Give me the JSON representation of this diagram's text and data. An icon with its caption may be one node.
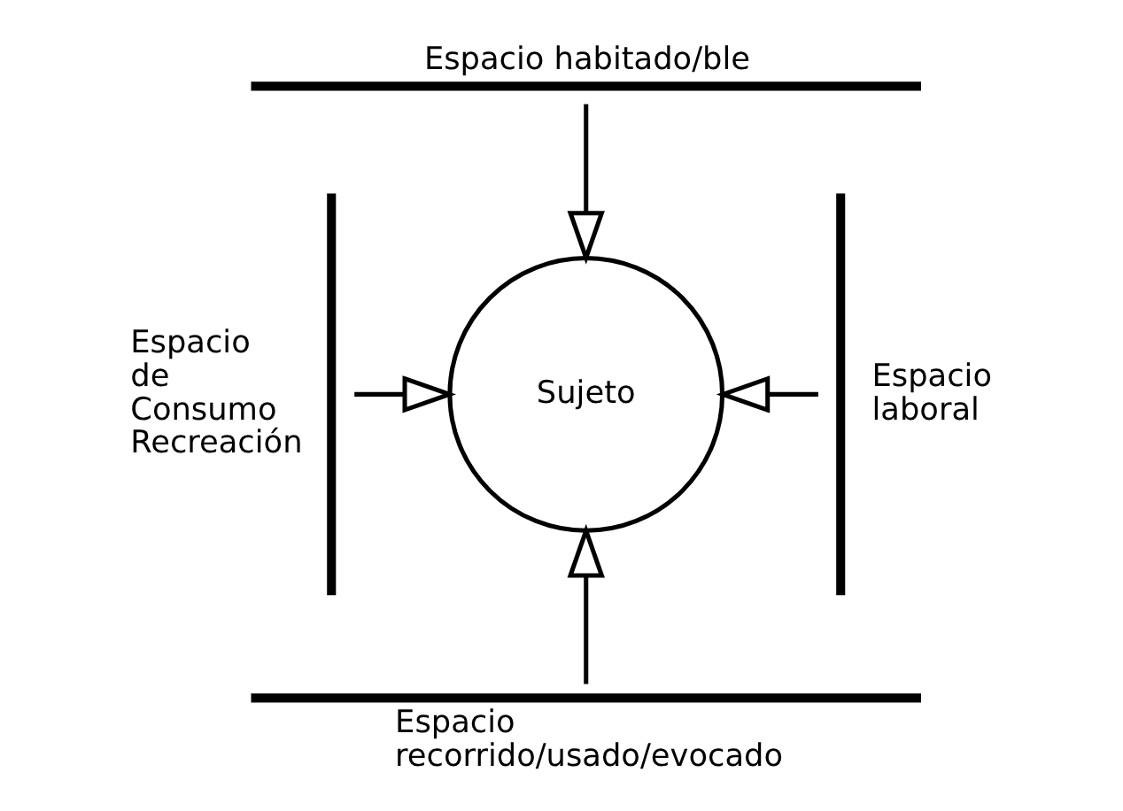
{
  "diagram": {
    "nodes": [
      {
        "text": [
          "Sujeto"
        ]
      },
      {
        "text": [
          "Espacio habitado/ble"
        ]
      },
      {
        "text": [
          "Espacio de Consumo Recreación"
        ]
      },
      {
        "text": [
          "Espacio laboral"
        ]
      },
      {
        "text": [
          "Espacio recorrido/usado/evocado"
        ]
      }
    ],
    "edges": [
      {
        "from": 1,
        "to": 0,
        "arrow": "to"
      },
      {
        "from": 2,
        "to": 0,
        "arrow": "to"
      },
      {
        "from": 3,
        "to": 0,
        "arrow": "to"
      },
      {
        "from": 4,
        "to": 0,
        "arrow": "to"
      }
    ]
  }
}
